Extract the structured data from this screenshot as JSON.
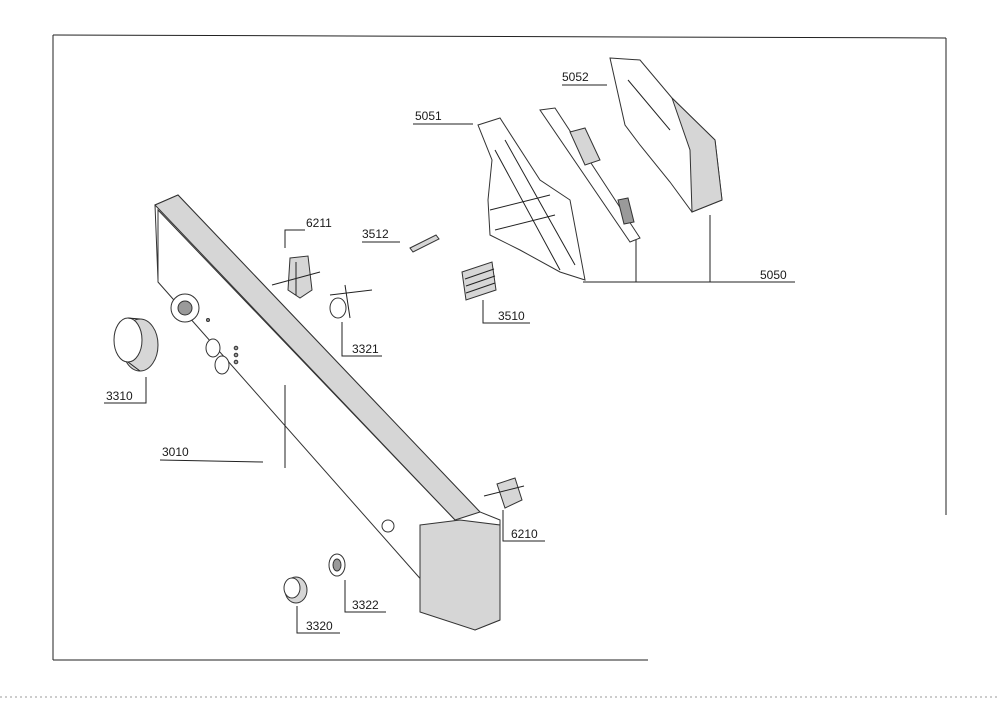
{
  "labels": {
    "p5052": "5052",
    "p5051": "5051",
    "p6211": "6211",
    "p3512": "3512",
    "p5050": "5050",
    "p3510": "3510",
    "p3321": "3321",
    "p3310": "3310",
    "p3010": "3010",
    "p6210": "6210",
    "p3322": "3322",
    "p3320": "3320"
  }
}
